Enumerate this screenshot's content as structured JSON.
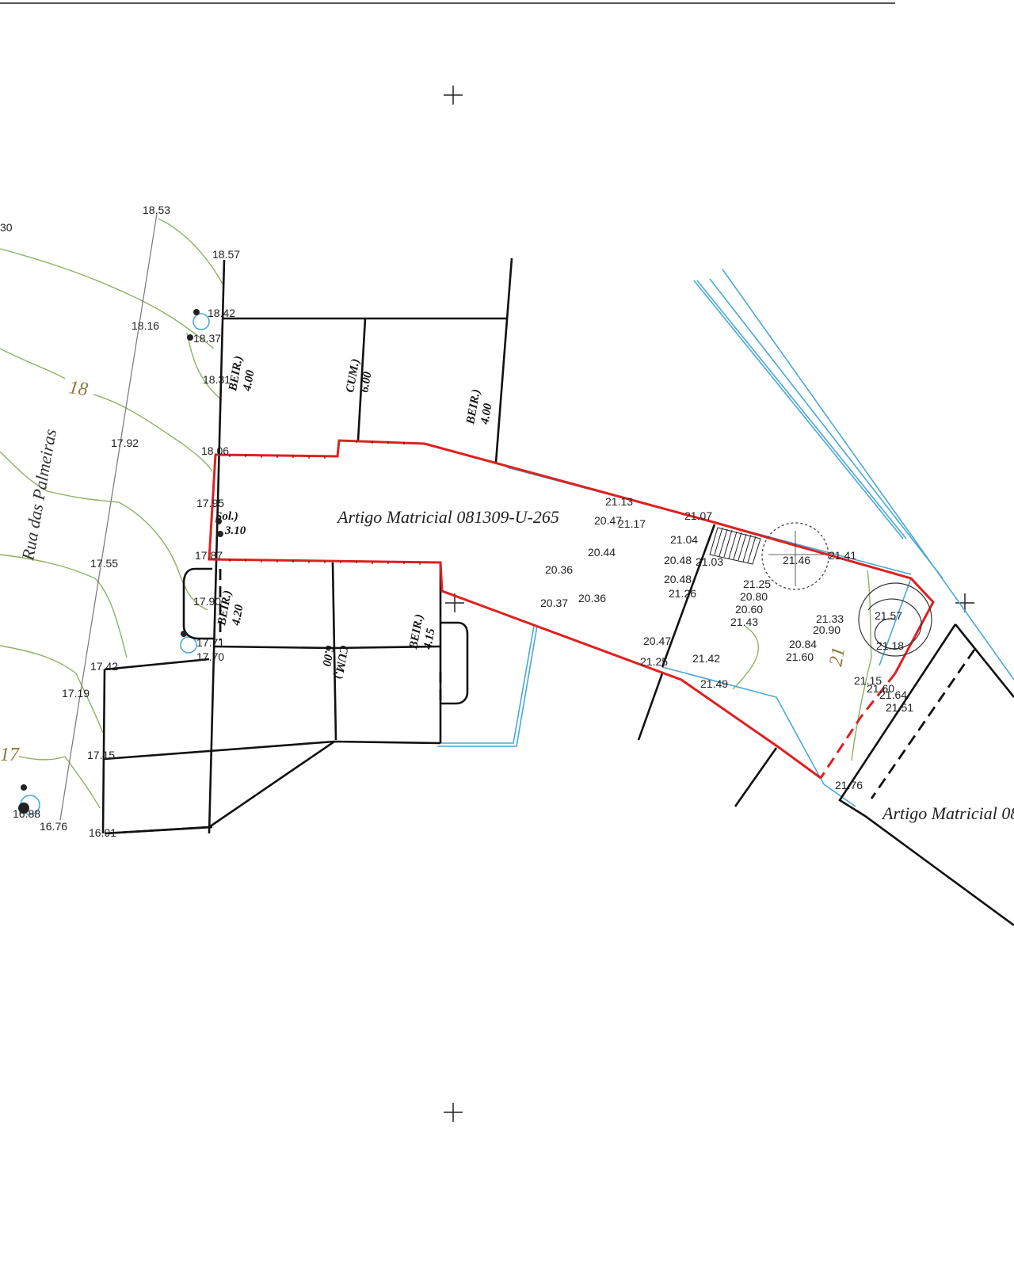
{
  "street_name": "Rua das Palmeiras",
  "parcels": {
    "main": "Artigo Matricial   081309-U-265",
    "neighbour": "Artigo Matricial   08"
  },
  "contour_labels": [
    "18",
    "17",
    "21"
  ],
  "roof_labels": {
    "r1_type": "BEIR.)",
    "r1_height": "4.00",
    "r2_type": "CUM.)",
    "r2_height": "6.00",
    "r3_type": "BEIR.)",
    "r3_height": "4.00",
    "r4_type": "Sol.)",
    "r4_height": "3.10",
    "r5_type": "BEIR.)",
    "r5_height": "4.20",
    "r6_type": "CUM.)",
    "r6_height": "6.00",
    "r7_type": "BEIR.)",
    "r7_height": "4.15"
  },
  "elevations": [
    "30",
    "18.53",
    "18.57",
    "18.42",
    "18.37",
    "18.16",
    "18.31",
    "17.92",
    "18.06",
    "17.95",
    "17.87",
    "17.55",
    "17.90",
    "17.71",
    "17.70",
    "17.42",
    "17.19",
    "17.15",
    "16.91",
    "16.76",
    "16.88",
    "21.13",
    "20.47",
    "21.17",
    "21.07",
    "21.04",
    "20.44",
    "20.48",
    "21.03",
    "20.36",
    "20.48",
    "21.26",
    "20.37",
    "20.36",
    "21.25",
    "20.80",
    "20.60",
    "21.43",
    "21.46",
    "21.41",
    "21.33",
    "20.90",
    "21.57",
    "20.84",
    "21.60",
    "21.18",
    "20.47",
    "21.25",
    "21.42",
    "21.49",
    "21.15",
    "21.60",
    "21.64",
    "21.51",
    "21.76"
  ],
  "colors": {
    "boundary": "#e02020",
    "contour": "#8fb060",
    "water": "#4aa8d8",
    "building": "#111111"
  }
}
